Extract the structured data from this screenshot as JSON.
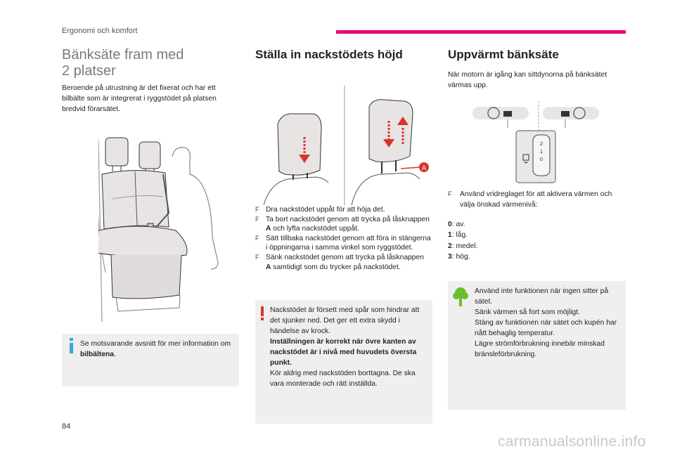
{
  "header": {
    "section": "Ergonomi och komfort",
    "accent": "#e6007e"
  },
  "col1": {
    "title_line1": "Bänksäte fram med",
    "title_line2": "2 platser",
    "intro": "Beroende på utrustning är det fixerat och har ett bilbälte som är integrerat i ryggstödet på platsen bredvid förarsätet.",
    "info_pre": "Se motsvarande avsnitt för mer information om ",
    "info_bold": "bilbältena",
    "info_post": "."
  },
  "col2": {
    "title": "Ställa in nackstödets höjd",
    "callout_label": "A",
    "bullets": [
      {
        "pre": "Dra nackstödet uppåt för att höja det.",
        "bold": "",
        "post": ""
      },
      {
        "pre": "Ta bort nackstödet genom att trycka på låsknappen ",
        "bold": "A",
        "post": " och lyfta nackstödet uppåt."
      },
      {
        "pre": "Sätt tillbaka nackstödet genom att föra in stängerna i öppningarna i samma vinkel som ryggstödet.",
        "bold": "",
        "post": ""
      },
      {
        "pre": "Sänk nackstödet genom att trycka på låsknappen ",
        "bold": "A",
        "post": " samtidigt som du trycker på nackstödet."
      }
    ],
    "warning_1": "Nackstödet är försett med spår som hindrar att det sjunker ned. Det ger ett extra skydd i händelse av krock.",
    "warning_bold": "Inställningen är korrekt när övre kanten av nackstödet är i nivå med huvudets översta punkt.",
    "warning_2": "Kör aldrig med nackstöden borttagna. De ska vara monterade och rätt inställda."
  },
  "col3": {
    "title": "Uppvärmt bänksäte",
    "intro": "När motorn är igång kan sittdynorna på bänksätet värmas upp.",
    "dial_labels": [
      "2",
      "1",
      "0"
    ],
    "bullet": "Använd vridreglaget för att aktivera värmen och välja önskad värmenivå:",
    "levels": [
      {
        "num": "0",
        "text": ": av."
      },
      {
        "num": "1",
        "text": ": låg."
      },
      {
        "num": "2",
        "text": ": medel."
      },
      {
        "num": "3",
        "text": ": hög."
      }
    ],
    "eco": [
      "Använd inte funktionen när ingen sitter på sätet.",
      "Sänk värmen så fort som möjligt.",
      "Stäng av funktionen när sätet och kupén har nått behaglig temperatur.",
      "Lägre strömförbrukning innebär minskad bränsleförbrukning."
    ]
  },
  "footer": {
    "page": "84",
    "watermark": "carmanualsonline.info"
  }
}
